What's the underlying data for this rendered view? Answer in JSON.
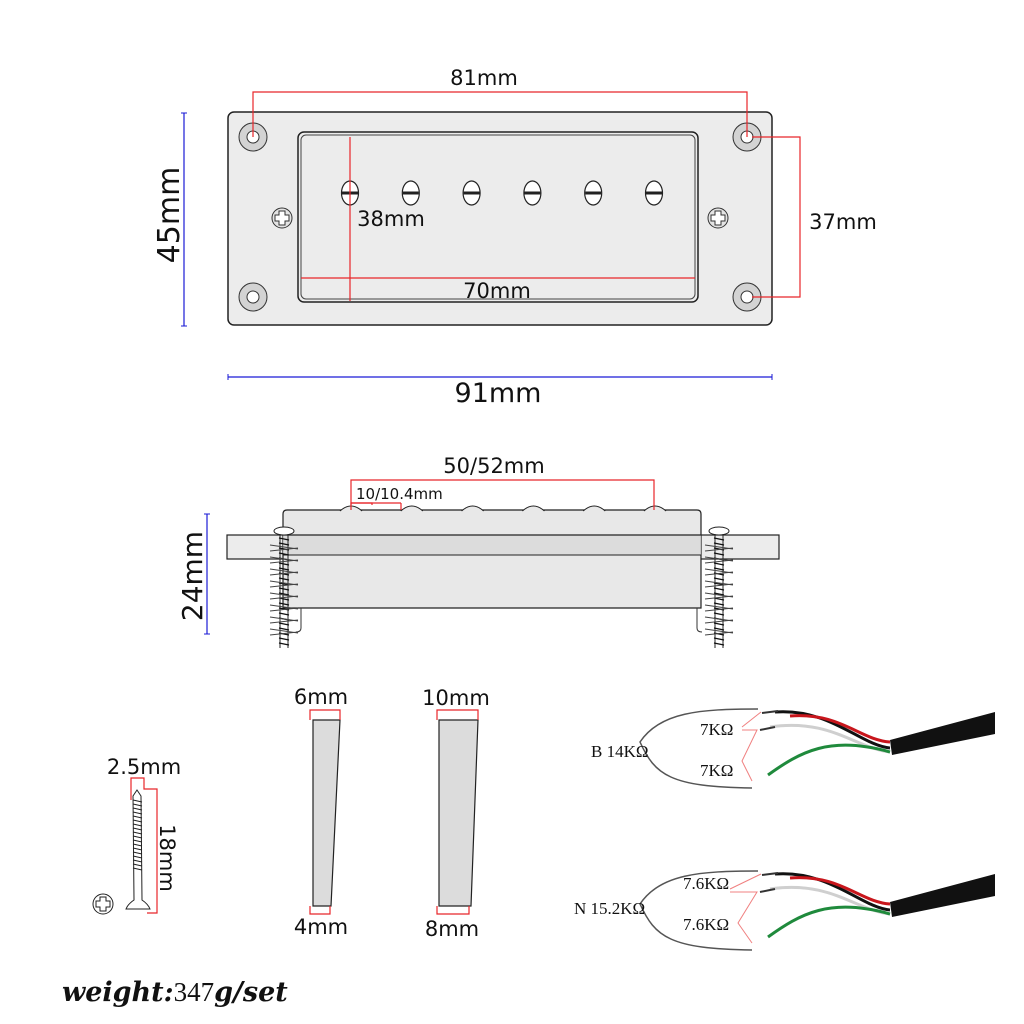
{
  "title": "Mini humbucker pickup dimension drawing",
  "top_view": {
    "hole_spacing": "81mm",
    "height": "45mm",
    "height_hole_spacing": "37mm",
    "inner_height": "38mm",
    "inner_width": "70mm",
    "overall_width": "91mm",
    "pole_count": 6
  },
  "side_view": {
    "pole_span": "50/52mm",
    "pole_spacing": "10/10.4mm",
    "height": "24mm"
  },
  "screw": {
    "diameter": "2.5mm",
    "length": "18mm"
  },
  "spacers": [
    {
      "top": "6mm",
      "bottom": "4mm"
    },
    {
      "top": "10mm",
      "bottom": "8mm"
    }
  ],
  "wiring": [
    {
      "label": "B 14KΩ",
      "coil1": "7KΩ",
      "coil2": "7KΩ"
    },
    {
      "label": "N 15.2KΩ",
      "coil1": "7.6KΩ",
      "coil2": "7.6KΩ"
    }
  ],
  "weight": {
    "label": "weight:",
    "value": "347",
    "unit": "g/set"
  },
  "colors": {
    "dimension_red": "#e8262a",
    "dimension_blue": "#1a1ad6",
    "plate_fill": "#ececec",
    "wire_red": "#c8161c",
    "wire_green": "#1f8a3c",
    "cable_black": "#111111"
  }
}
